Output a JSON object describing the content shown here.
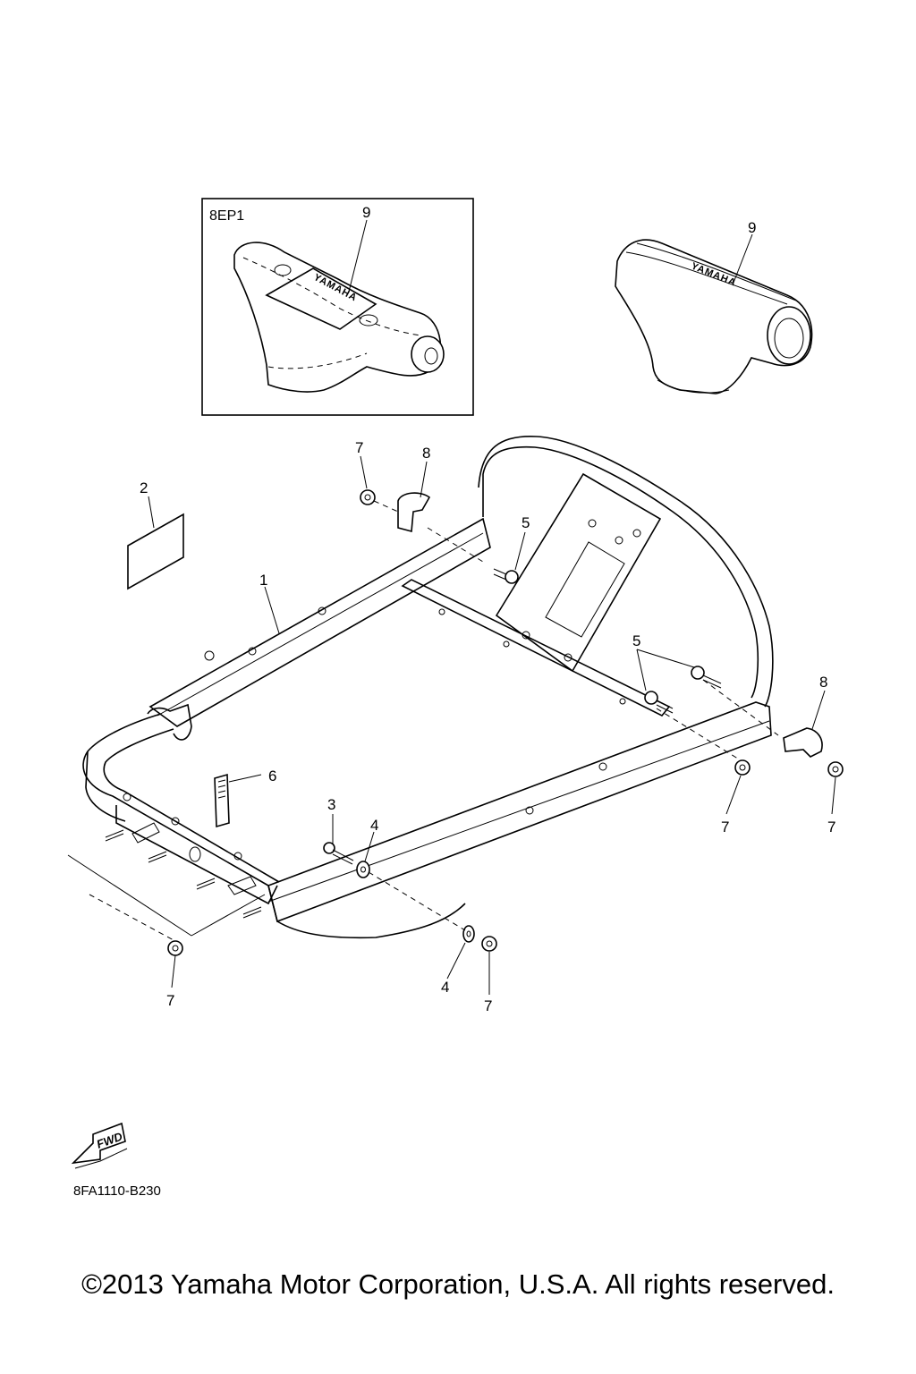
{
  "inset": {
    "label": "8EP1"
  },
  "callouts": {
    "p1": "1",
    "p2": "2",
    "p3": "3",
    "p4a": "4",
    "p4b": "4",
    "p5a": "5",
    "p5b": "5",
    "p6": "6",
    "p7a": "7",
    "p7b": "7",
    "p7c": "7",
    "p7d": "7",
    "p7e": "7",
    "p8a": "8",
    "p8b": "8",
    "p9a": "9",
    "p9b": "9"
  },
  "cover_logo": "YAMAHA",
  "fwd_arrow": {
    "label": "FWD"
  },
  "diagram_code": "8FA1110-B230",
  "copyright": "©2013 Yamaha Motor Corporation, U.S.A. All rights reserved."
}
